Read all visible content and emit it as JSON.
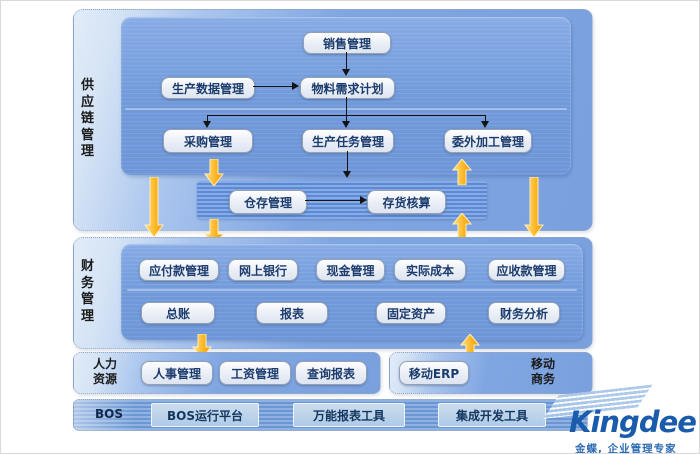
{
  "sections": {
    "supply_chain": {
      "label": "供应链管理",
      "boxes": {
        "sales": "销售管理",
        "prod_data": "生产数据管理",
        "mrp": "物料需求计划",
        "purchase": "采购管理",
        "prod_task": "生产任务管理",
        "outsource": "委外加工管理",
        "warehouse": "仓存管理",
        "inventory": "存货核算"
      }
    },
    "finance": {
      "label": "财务管理",
      "boxes": {
        "ap": "应付款管理",
        "ebank": "网上银行",
        "cash": "现金管理",
        "actual_cost": "实际成本",
        "ar": "应收款管理",
        "gl": "总账",
        "report": "报表",
        "fixed_assets": "固定资产",
        "fin_analysis": "财务分析"
      }
    },
    "hr": {
      "label": "人力资源",
      "boxes": {
        "personnel": "人事管理",
        "payroll": "工资管理",
        "query_report": "查询报表"
      }
    },
    "mobile": {
      "label": "移动商务",
      "boxes": {
        "mobile_erp": "移动ERP"
      }
    },
    "bos": {
      "label": "BOS",
      "boxes": {
        "bos_platform": "BOS运行平台",
        "report_tool": "万能报表工具",
        "dev_tool": "集成开发工具"
      }
    }
  },
  "logo": {
    "brand": "Kingdee",
    "tagline": "金蝶, 企业管理专家"
  },
  "colors": {
    "panel_light": "#d6e4f6",
    "panel_medium": "#7aa0de",
    "box_text": "#1d3c6e",
    "arrow_orange": "#f09c00",
    "logo_blue": "#1a5cab"
  }
}
